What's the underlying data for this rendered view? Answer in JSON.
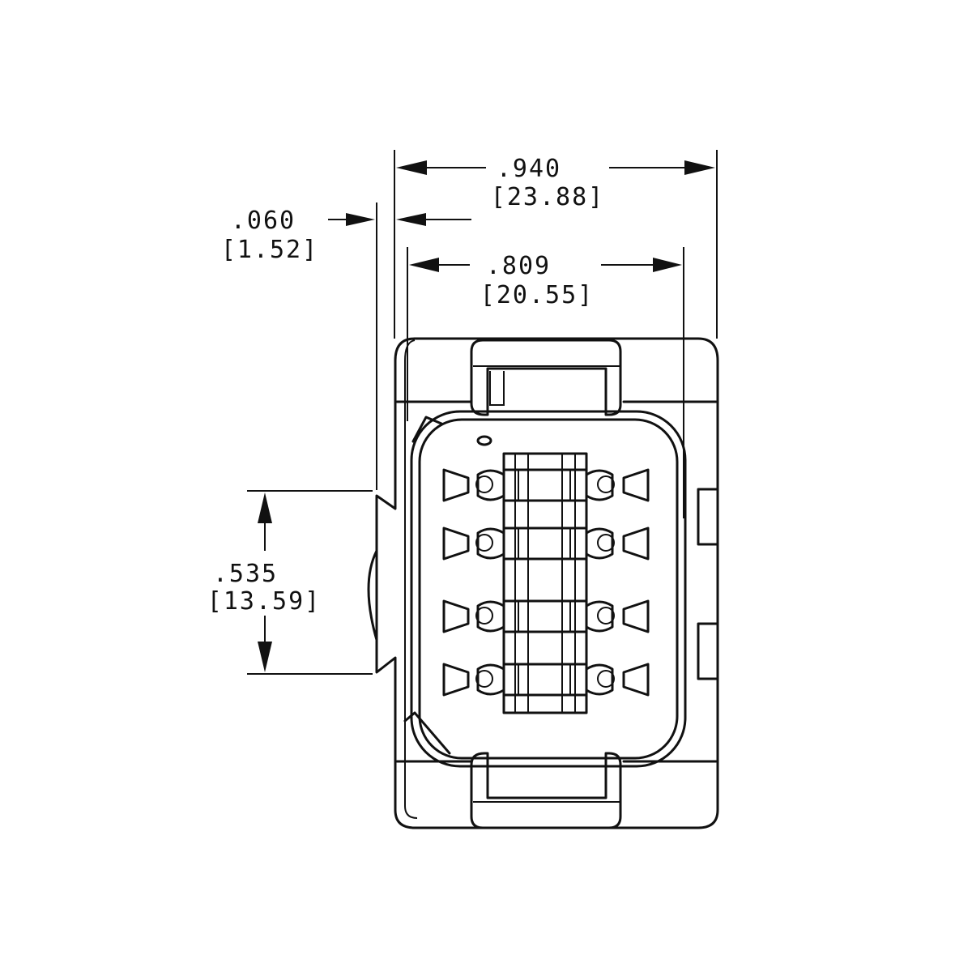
{
  "drawing": {
    "dimensions": {
      "overall_width": {
        "imperial": ".940",
        "metric": "[23.88]"
      },
      "flange_offset": {
        "imperial": ".060",
        "metric": "[1.52]"
      },
      "inner_width": {
        "imperial": ".809",
        "metric": "[20.55]"
      },
      "height": {
        "imperial": ".535",
        "metric": "[13.59]"
      }
    },
    "connector": {
      "rows": 4
    }
  }
}
